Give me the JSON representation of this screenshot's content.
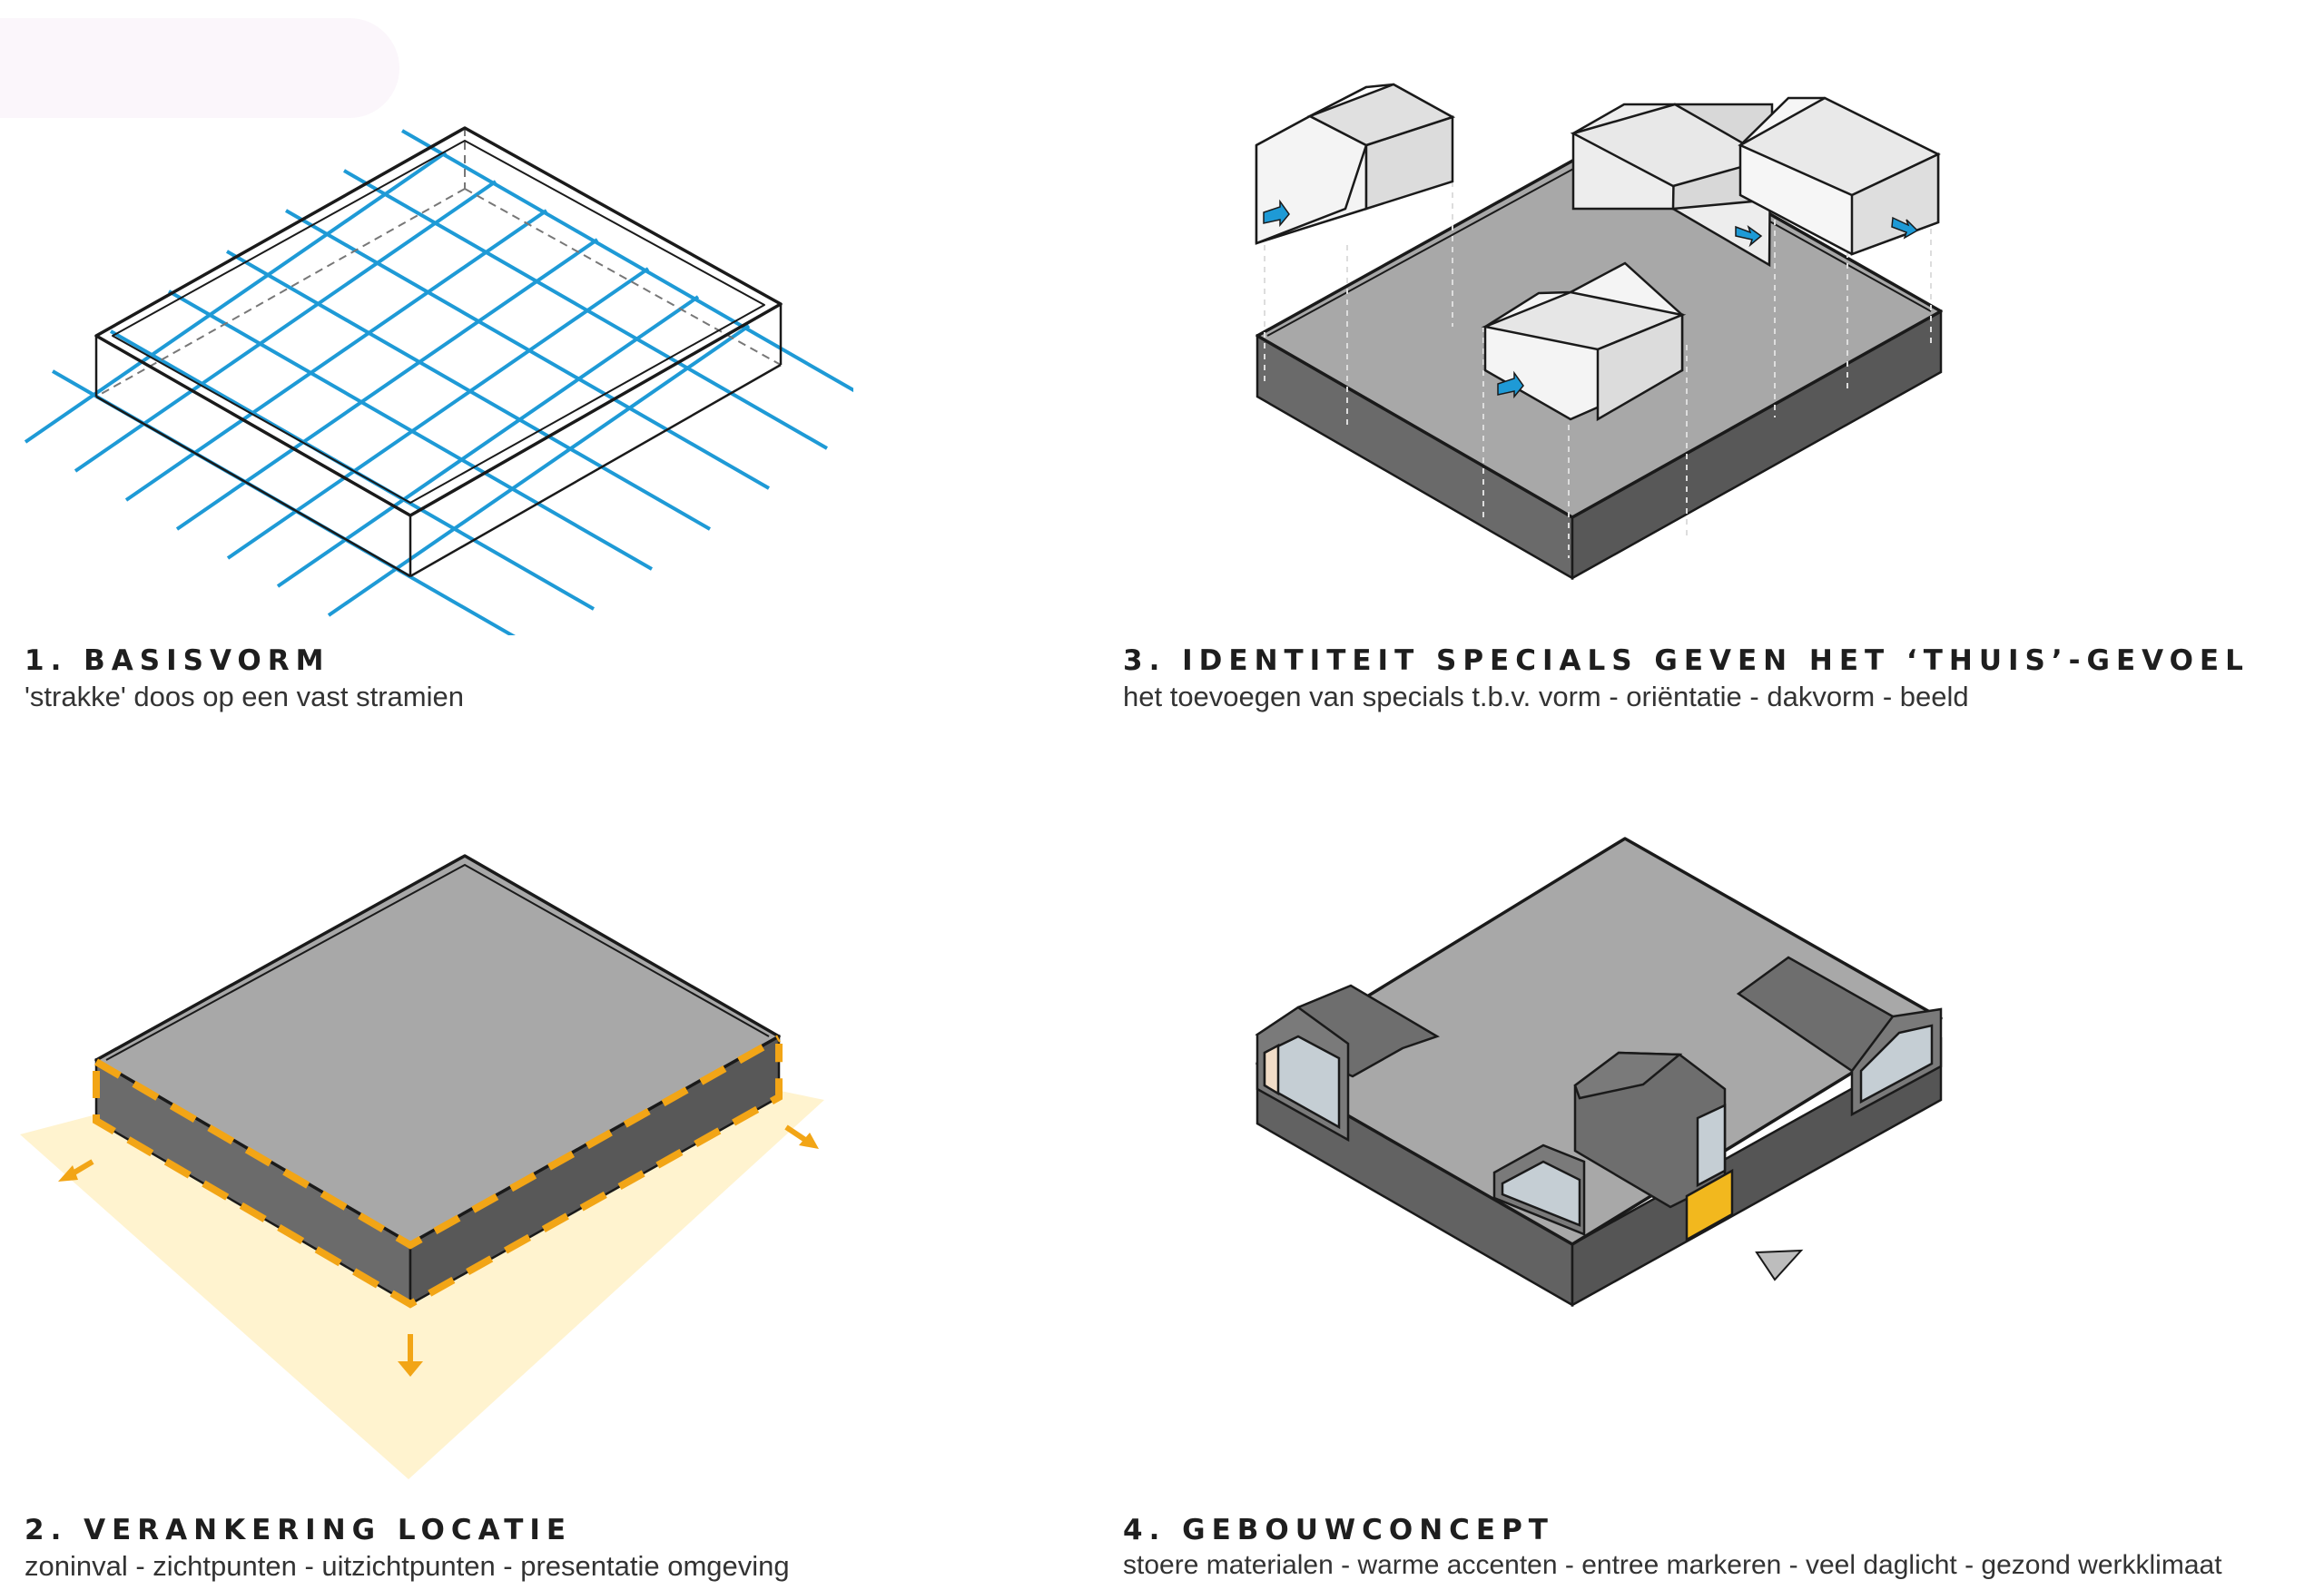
{
  "colors": {
    "grid": "#1e9ad6",
    "roof": "#a8a8a8",
    "wall": "#6a6a6a",
    "outline": "#1a1a1a",
    "accent_orange": "#f2a516",
    "sun_wedge": "#fff3cf",
    "arrow_blue": "#1e9ad6",
    "house_fill": "#f4f4f4",
    "house_side": "#dcdcdc",
    "glass": "#c5ced4",
    "wood": "#f1dcc6",
    "entrance_yellow": "#f2b81e"
  },
  "panels": [
    {
      "id": "basisvorm",
      "title": "1. BASISVORM",
      "subtitle": "'strakke' doos op een vast stramien",
      "icon": "wireframe-box-on-grid"
    },
    {
      "id": "verankering",
      "title": "2. VERANKERING LOCATIE",
      "subtitle": "zoninval - zichtpunten - uitzichtpunten - presentatie omgeving",
      "icon": "solid-box-with-sun-wedge"
    },
    {
      "id": "identiteit",
      "title": "3. IDENTITEIT SPECIALS GEVEN HET ‘THUIS’-GEVOEL",
      "subtitle": "het toevoegen van specials t.b.v. vorm - oriëntatie - dakvorm - beeld",
      "icon": "box-with-floating-houses"
    },
    {
      "id": "gebouwconcept",
      "title": "4. GEBOUWCONCEPT",
      "subtitle": "stoere materialen - warme accenten - entree markeren - veel daglicht - gezond werkklimaat",
      "icon": "final-building-with-gables"
    }
  ]
}
